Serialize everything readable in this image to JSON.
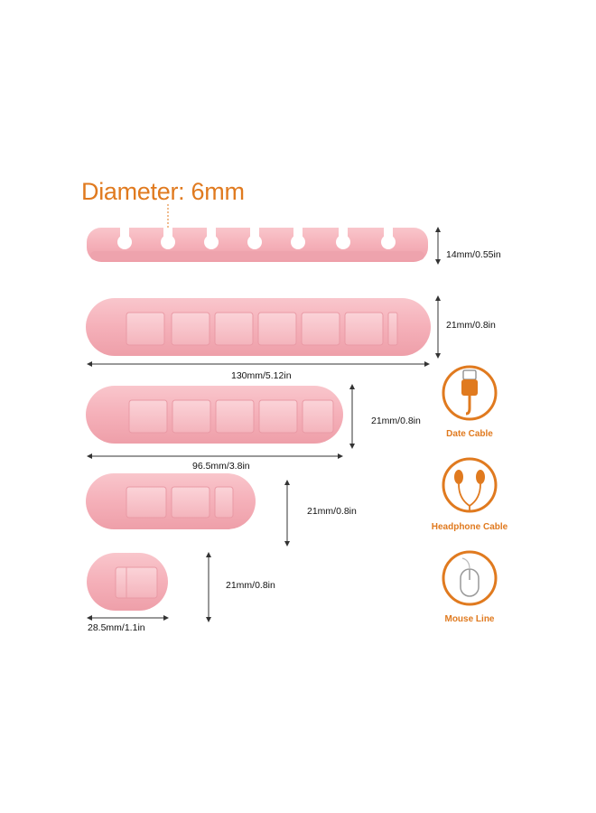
{
  "diameter_label": "Diameter: 6mm",
  "dimensions": {
    "top_height": "14mm/0.55in",
    "seven_slot_height": "21mm/0.8in",
    "seven_slot_width": "130mm/5.12in",
    "six_slot_height": "21mm/0.8in",
    "six_slot_width": "96.5mm/3.8in",
    "four_slot_height": "21mm/0.8in",
    "two_slot_height": "21mm/0.8in",
    "two_slot_width": "28.5mm/1.1in"
  },
  "cable_types": [
    {
      "label": "Date Cable",
      "icon": "usb-cable-icon"
    },
    {
      "label": "Headphone Cable",
      "icon": "earphones-icon"
    },
    {
      "label": "Mouse Line",
      "icon": "mouse-icon"
    }
  ],
  "colors": {
    "clip_pink": "#f7b5bd",
    "accent_orange": "#e07a1f"
  }
}
